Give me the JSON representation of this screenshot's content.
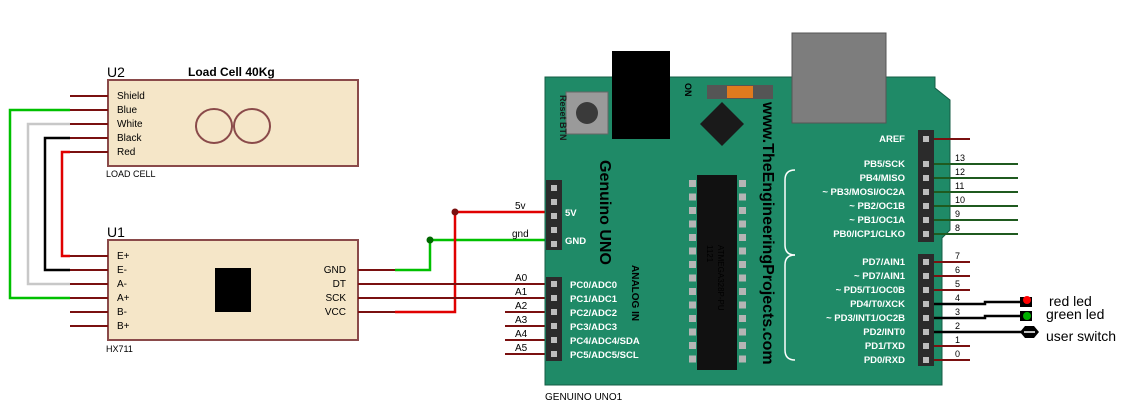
{
  "u2": {
    "ref": "U2",
    "title": "Load Cell 40Kg",
    "footer": "LOAD CELL",
    "pins": [
      "Shield",
      "Blue",
      "White",
      "Black",
      "Red"
    ]
  },
  "u1": {
    "ref": "U1",
    "footer": "HX711",
    "left_pins": [
      "E+",
      "E-",
      "A-",
      "A+",
      "B-",
      "B+"
    ],
    "right_pins": [
      "GND",
      "DT",
      "SCK",
      "VCC"
    ]
  },
  "wires": {
    "v5": "5v",
    "gnd": "gnd",
    "a_labels": [
      "A0",
      "A1",
      "A2",
      "A3",
      "A4",
      "A5"
    ]
  },
  "arduino": {
    "name": "Genuino UNO",
    "footer": "GENUINO UNO1",
    "website": "www.TheEngineeringProjects.com",
    "reset_label": "Reset BTN",
    "on_label": "ON",
    "analog_label": "ANALOG IN",
    "chip_text": "ATMEGA328P-PU",
    "chip_num": "1121",
    "power_pins": [
      "5V",
      "GND"
    ],
    "analog_pins": [
      "PC0/ADC0",
      "PC1/ADC1",
      "PC2/ADC2",
      "PC3/ADC3",
      "PC4/ADC4/SDA",
      "PC5/ADC5/SCL"
    ],
    "aref": "AREF",
    "digital_top": [
      {
        "label": "PB5/SCK",
        "num": "13"
      },
      {
        "label": "PB4/MISO",
        "num": "12"
      },
      {
        "label": "~ PB3/MOSI/OC2A",
        "num": "11"
      },
      {
        "label": "~ PB2/OC1B",
        "num": "10"
      },
      {
        "label": "~ PB1/OC1A",
        "num": "9"
      },
      {
        "label": "PB0/ICP1/CLKO",
        "num": "8"
      }
    ],
    "digital_bottom": [
      {
        "label": "PD7/AIN1",
        "num": "7"
      },
      {
        "label": "~ PD7/AIN1",
        "num": "6"
      },
      {
        "label": "~ PD5/T1/OC0B",
        "num": "5"
      },
      {
        "label": "PD4/T0/XCK",
        "num": "4"
      },
      {
        "label": "~ PD3/INT1/OC2B",
        "num": "3"
      },
      {
        "label": "PD2/INT0",
        "num": "2"
      },
      {
        "label": "PD1/TXD",
        "num": "1"
      },
      {
        "label": "PD0/RXD",
        "num": "0"
      }
    ]
  },
  "annotations": {
    "red_led": "red led",
    "green_led": "green led",
    "user_switch": "user switch"
  },
  "colors": {
    "board": "#1f8a67",
    "component": "#f5e6c8",
    "component_border": "#8a4a4a",
    "wire_red": "#e00000",
    "wire_green": "#00c000",
    "wire_black": "#000000",
    "wire_white": "#c8c8c8",
    "wire_dark_red": "#7a1010",
    "led_red": "#ff0000",
    "led_green": "#00b000"
  }
}
